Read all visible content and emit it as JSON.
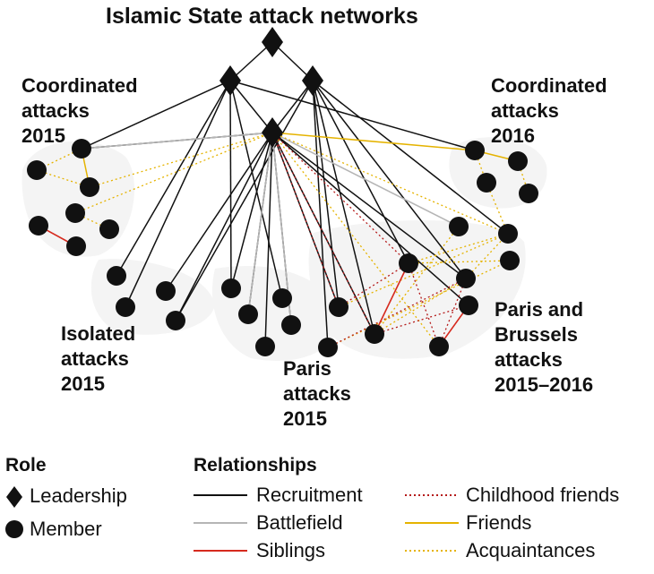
{
  "title": "Islamic State attack networks",
  "groups": {
    "coordinated_2015": "Coordinated\nattacks\n2015",
    "coordinated_2016": "Coordinated\nattacks\n2016",
    "isolated_2015": "Isolated\nattacks\n2015",
    "paris_2015": "Paris\nattacks\n2015",
    "paris_brussels": "Paris and\nBrussels\nattacks\n2015–2016"
  },
  "legend": {
    "role_title": "Role",
    "roles": [
      {
        "label": "Leadership",
        "icon": "diamond"
      },
      {
        "label": "Member",
        "icon": "circle"
      }
    ],
    "relationships_title": "Relationships",
    "relationships": [
      {
        "key": "recruitment",
        "label": "Recruitment",
        "color": "#111111",
        "style": "solid"
      },
      {
        "key": "battlefield",
        "label": "Battlefield",
        "color": "#b5b5b5",
        "style": "solid"
      },
      {
        "key": "siblings",
        "label": "Siblings",
        "color": "#d62a1e",
        "style": "solid"
      },
      {
        "key": "childhood",
        "label": "Childhood friends",
        "color": "#b51a1a",
        "style": "dotted"
      },
      {
        "key": "friends",
        "label": "Friends",
        "color": "#e5b300",
        "style": "solid"
      },
      {
        "key": "acquaintances",
        "label": "Acquaintances",
        "color": "#e5b300",
        "style": "dotted"
      }
    ]
  },
  "colors": {
    "node": "#111111",
    "group_blob": "#f4f4f4"
  }
}
